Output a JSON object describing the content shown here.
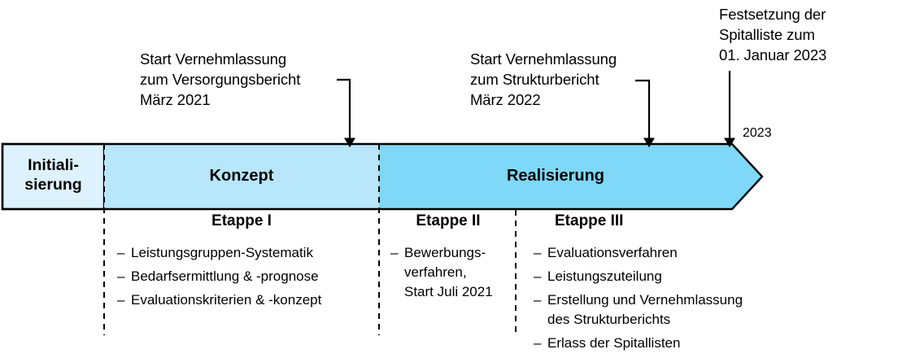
{
  "phases": [
    {
      "id": "initialisierung",
      "label": "Initiali-\nsierung",
      "color": "#ddf2fd"
    },
    {
      "id": "konzept",
      "label": "Konzept",
      "color": "#b8e6fa"
    },
    {
      "id": "realisierung",
      "label": "Realisierung",
      "color": "#7fd8f7"
    }
  ],
  "callouts": [
    {
      "id": "versorgungsbericht",
      "text": "Start Vernehmlassung\nzum Versorgungsbericht\nMärz 2021"
    },
    {
      "id": "strukturbericht",
      "text": "Start Vernehmlassung\nzum Strukturbericht\nMärz 2022"
    },
    {
      "id": "spitalliste",
      "text": "Festsetzung der\nSpitalliste zum\n01. Januar 2023"
    }
  ],
  "year_marker": "2023",
  "etappen": [
    {
      "id": "etappe-1",
      "title": "Etappe I",
      "bullet": "–",
      "items": [
        "Leistungsgruppen-Systematik",
        "Bedarfsermittlung & -prognose",
        "Evaluationskriterien & -konzept"
      ]
    },
    {
      "id": "etappe-2",
      "title": "Etappe II",
      "bullet": "–",
      "items": [
        "Bewerbungs-\nverfahren,\nStart Juli 2021"
      ]
    },
    {
      "id": "etappe-3",
      "title": "Etappe III",
      "bullet": "–",
      "items": [
        "Evaluationsverfahren",
        "Leistungszuteilung",
        "Erstellung und Vernehmlassung\ndes Strukturberichts",
        "Erlass der Spitallisten"
      ]
    }
  ],
  "colors": {
    "outline": "#000000",
    "initialisierung": "#ddf2fd",
    "konzept": "#b8e6fa",
    "realisierung": "#7fd8f7",
    "arrow": "#000000",
    "divider": "#000000"
  }
}
